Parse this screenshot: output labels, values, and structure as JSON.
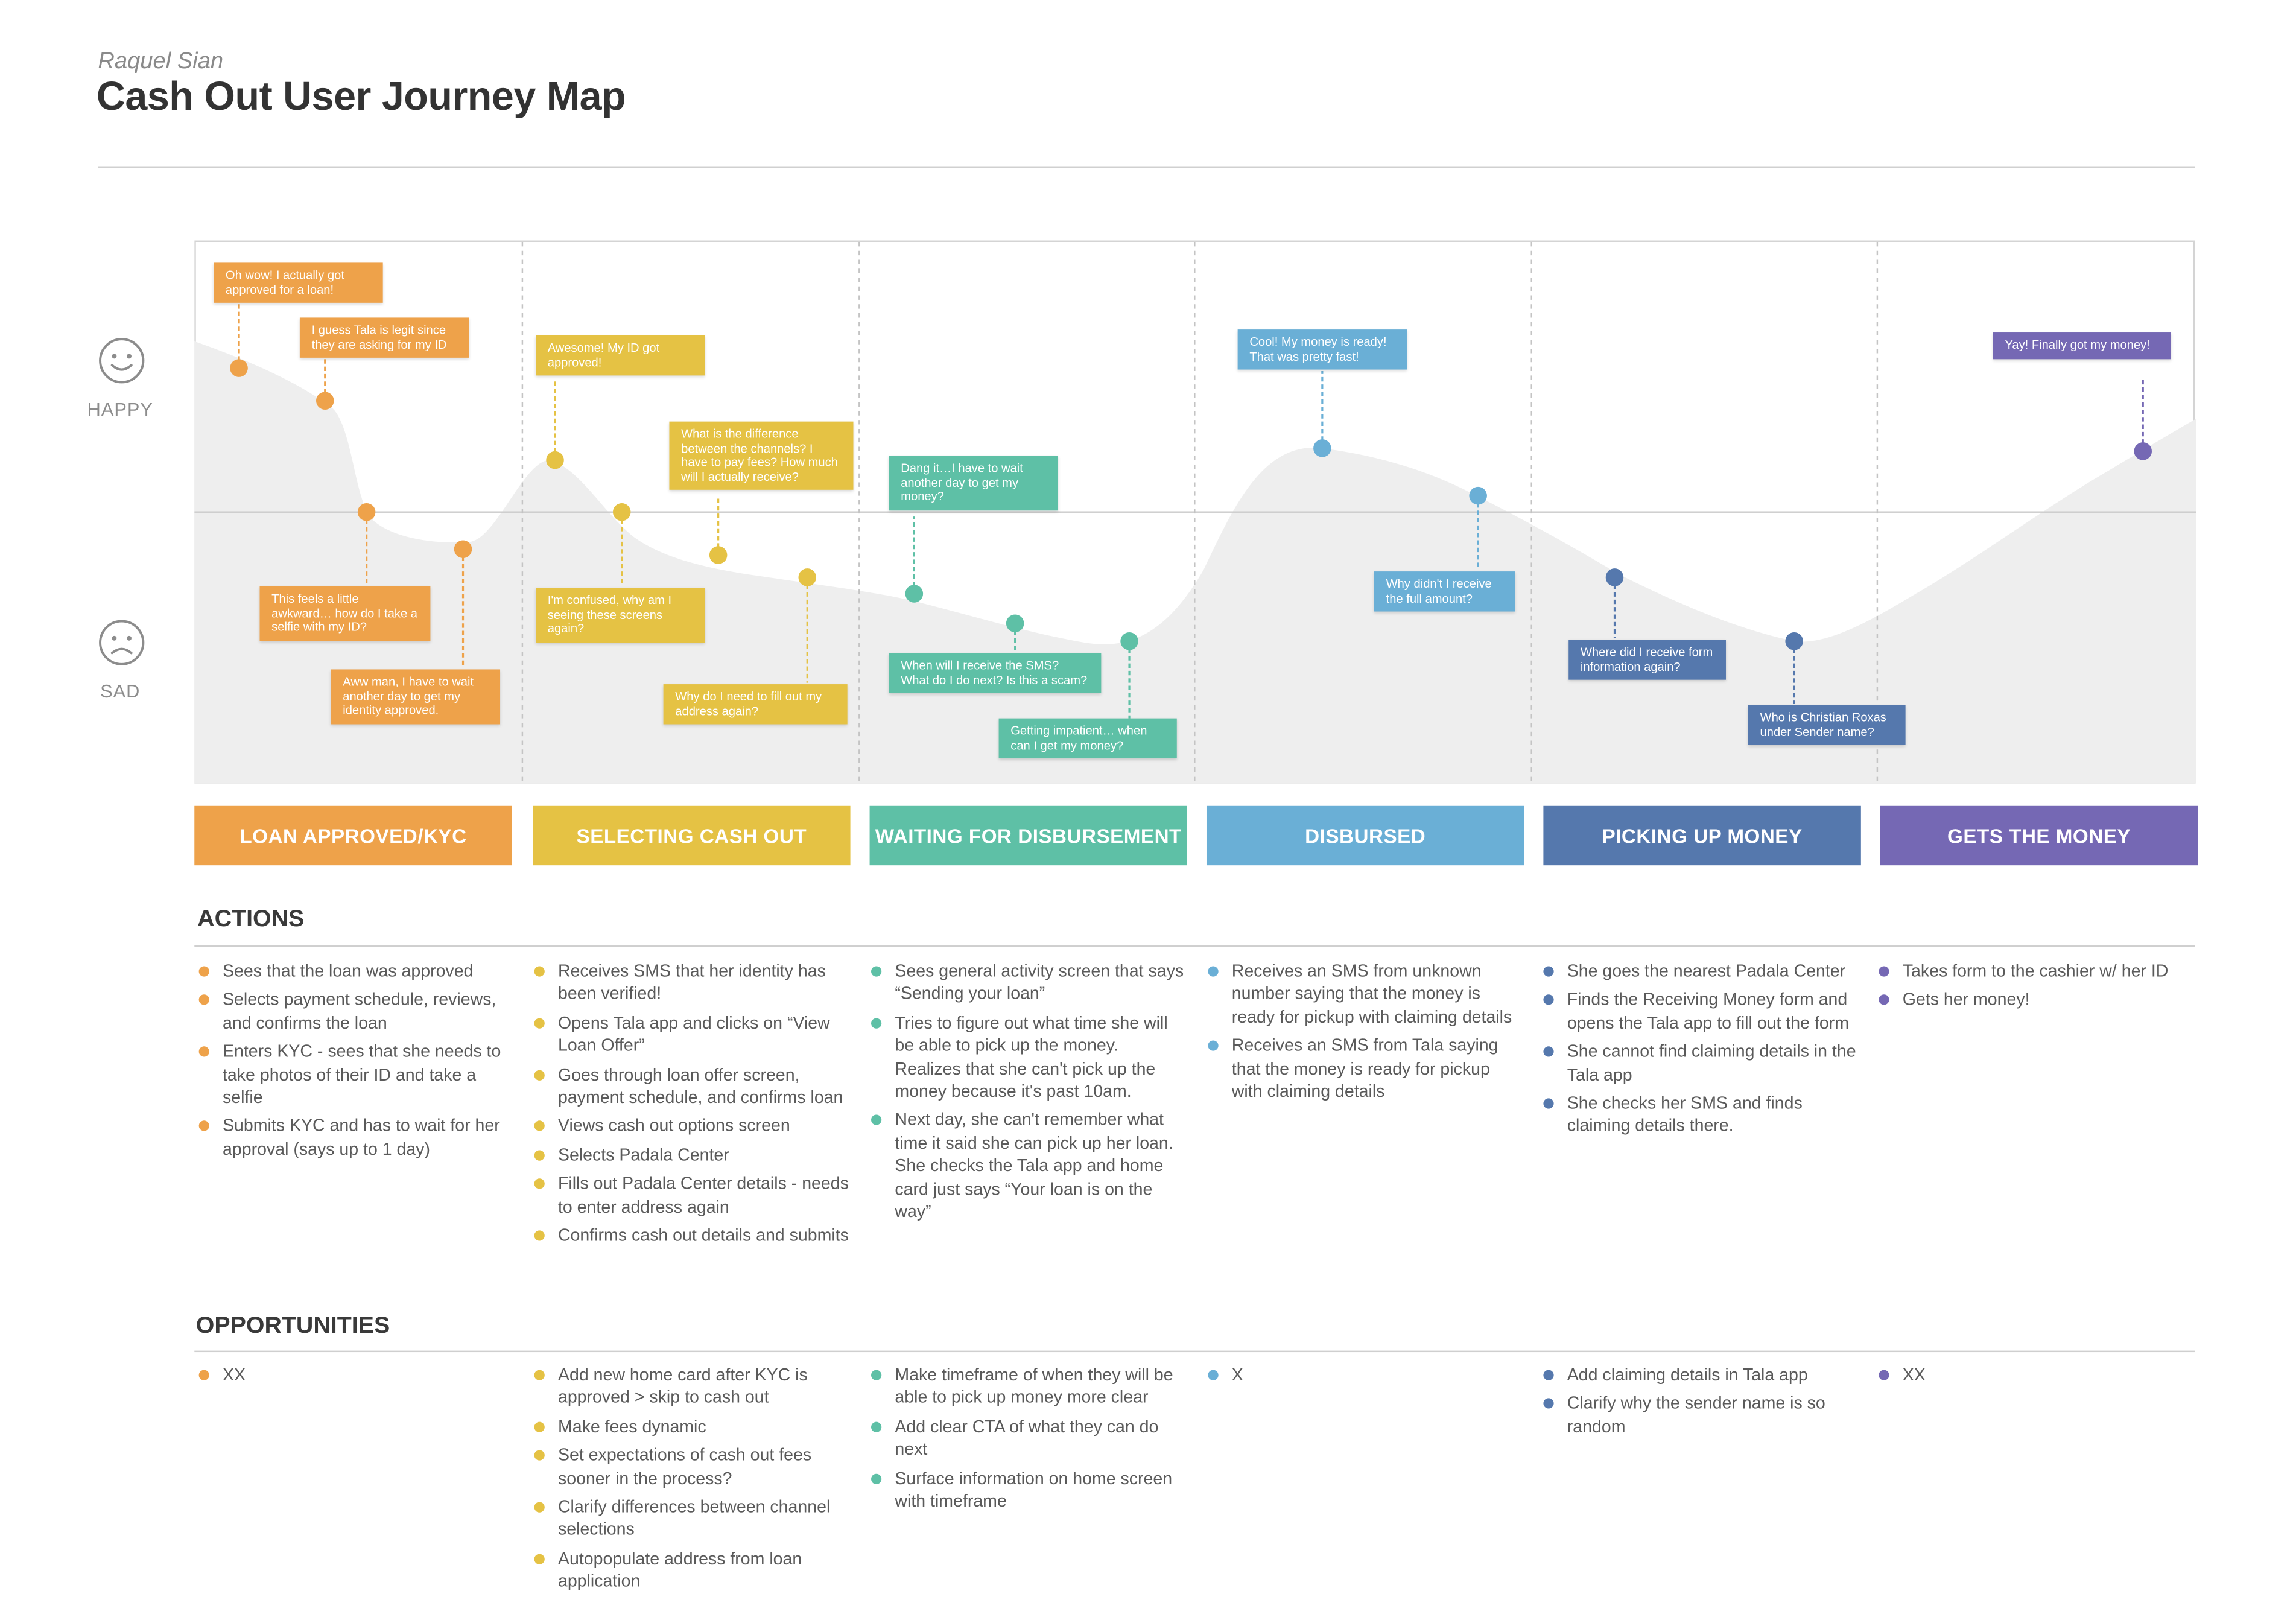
{
  "header": {
    "author": "Raquel Sian",
    "title": "Cash Out User Journey Map"
  },
  "moods": {
    "happy": "HAPPY",
    "sad": "SAD"
  },
  "colors": {
    "stage1": "#eea24a",
    "stage2": "#e5c244",
    "stage3": "#5ec0a6",
    "stage4": "#6aafd6",
    "stage5": "#5578ad",
    "stage6": "#7568b4",
    "curve_fill": "#eeeeee",
    "rule": "#cfcfcf"
  },
  "stages": [
    {
      "label": "LOAN APPROVED/KYC",
      "color": "#eea24a"
    },
    {
      "label": "SELECTING CASH OUT",
      "color": "#e5c244"
    },
    {
      "label": "WAITING FOR DISBURSEMENT",
      "color": "#5ec0a6"
    },
    {
      "label": "DISBURSED",
      "color": "#6aafd6"
    },
    {
      "label": "PICKING UP MONEY",
      "color": "#5578ad"
    },
    {
      "label": "GETS THE MONEY",
      "color": "#7568b4"
    }
  ],
  "bubbles": [
    {
      "text": "Oh wow! I actually got approved for a loan!",
      "stage": 1
    },
    {
      "text": "I guess Tala is legit since they are asking for my ID",
      "stage": 1
    },
    {
      "text": "This feels a little awkward… how do I take a selfie with my ID?",
      "stage": 1
    },
    {
      "text": "Aww man, I have to wait another day to get my identity approved.",
      "stage": 1
    },
    {
      "text": "Awesome! My ID got approved!",
      "stage": 2
    },
    {
      "text": "I'm confused, why am I seeing these screens again?",
      "stage": 2
    },
    {
      "text": "What is the difference between the channels? I have to pay fees? How much will I actually receive?",
      "stage": 2
    },
    {
      "text": "Why do I need to fill out my address again?",
      "stage": 2
    },
    {
      "text": "Dang it…I have to wait another day to get my money?",
      "stage": 3
    },
    {
      "text": "When will I receive the SMS? What do I do next? Is this a scam?",
      "stage": 3
    },
    {
      "text": "Getting impatient… when can I get my money?",
      "stage": 3
    },
    {
      "text": "Cool! My money is ready! That was pretty fast!",
      "stage": 4
    },
    {
      "text": "Why didn't I receive the full amount?",
      "stage": 4
    },
    {
      "text": "Where did I receive form information again?",
      "stage": 5
    },
    {
      "text": "Who is Christian Roxas under Sender name?",
      "stage": 5
    },
    {
      "text": "Yay! Finally got my money!",
      "stage": 6
    }
  ],
  "sections": {
    "actions": "ACTIONS",
    "opportunities": "OPPORTUNITIES"
  },
  "actions": [
    [
      "Sees that the loan was approved",
      "Selects payment schedule, reviews, and confirms the loan",
      "Enters KYC - sees that she needs to take photos of their ID and take a selfie",
      "Submits KYC and has to wait for her approval (says up to 1 day)"
    ],
    [
      "Receives SMS that her identity has been verified!",
      "Opens Tala app and clicks on “View Loan Offer”",
      "Goes through loan offer screen, payment schedule, and confirms loan",
      "Views cash out options screen",
      "Selects Padala Center",
      "Fills out Padala Center details - needs to enter address again",
      "Confirms cash out details and submits"
    ],
    [
      "Sees general activity screen that says “Sending your loan”",
      "Tries to figure out what time she will be able to pick up the money. Realizes that she can't pick up the money because it's past 10am.",
      "Next day, she can't remember what time it said she can pick up her loan. She checks the Tala app and home card just says “Your loan is on the way”"
    ],
    [
      "Receives an SMS from unknown number saying that the money is ready for pickup with claiming details",
      "Receives an SMS from Tala saying that the money is ready for pickup with claiming details"
    ],
    [
      "She goes the nearest Padala Center",
      "Finds the Receiving Money form and opens the Tala app to fill out the form",
      "She cannot find claiming details in the Tala app",
      "She checks her SMS and finds claiming details there."
    ],
    [
      "Takes form to the cashier w/ her ID",
      "Gets her money!"
    ]
  ],
  "opportunities": [
    [
      "XX"
    ],
    [
      "Add new home card after KYC is approved > skip to cash out",
      "Make fees dynamic",
      "Set expectations of cash out fees sooner in the process?",
      "Clarify differences between channel selections",
      "Autopopulate address from loan application"
    ],
    [
      "Make timeframe of when they will be able to pick up money more clear",
      "Add clear CTA of what they can do next",
      "Surface information on home screen with timeframe"
    ],
    [
      "X"
    ],
    [
      "Add claiming details in Tala app",
      "Clarify why the sender name is so random"
    ],
    [
      "XX"
    ]
  ]
}
